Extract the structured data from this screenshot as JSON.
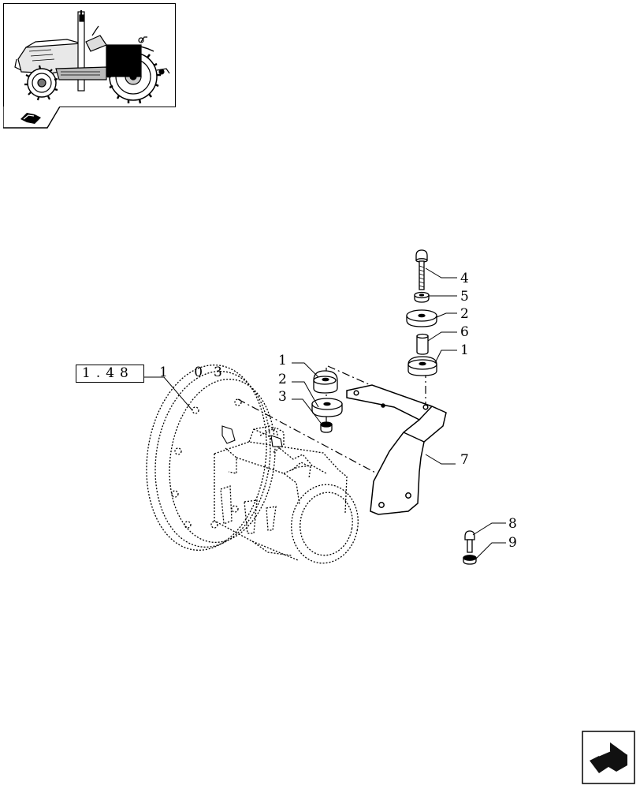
{
  "reference": {
    "box_text": "1.48",
    "suffix_text": "1 03"
  },
  "callouts": [
    {
      "id": "c1a",
      "label": "1"
    },
    {
      "id": "c2a",
      "label": "2"
    },
    {
      "id": "c3a",
      "label": "3"
    },
    {
      "id": "c4",
      "label": "4"
    },
    {
      "id": "c5",
      "label": "5"
    },
    {
      "id": "c2b",
      "label": "2"
    },
    {
      "id": "c6",
      "label": "6"
    },
    {
      "id": "c1b",
      "label": "1"
    },
    {
      "id": "c7",
      "label": "7"
    },
    {
      "id": "c8",
      "label": "8"
    },
    {
      "id": "c9",
      "label": "9"
    }
  ],
  "icons": {
    "thumbnail": "tractor-thumbnail-icon",
    "section_tab": "book-section-icon",
    "navigation": "next-page-arrow-icon"
  },
  "colors": {
    "line": "#000000",
    "highlight": "#111111",
    "background": "#ffffff"
  }
}
